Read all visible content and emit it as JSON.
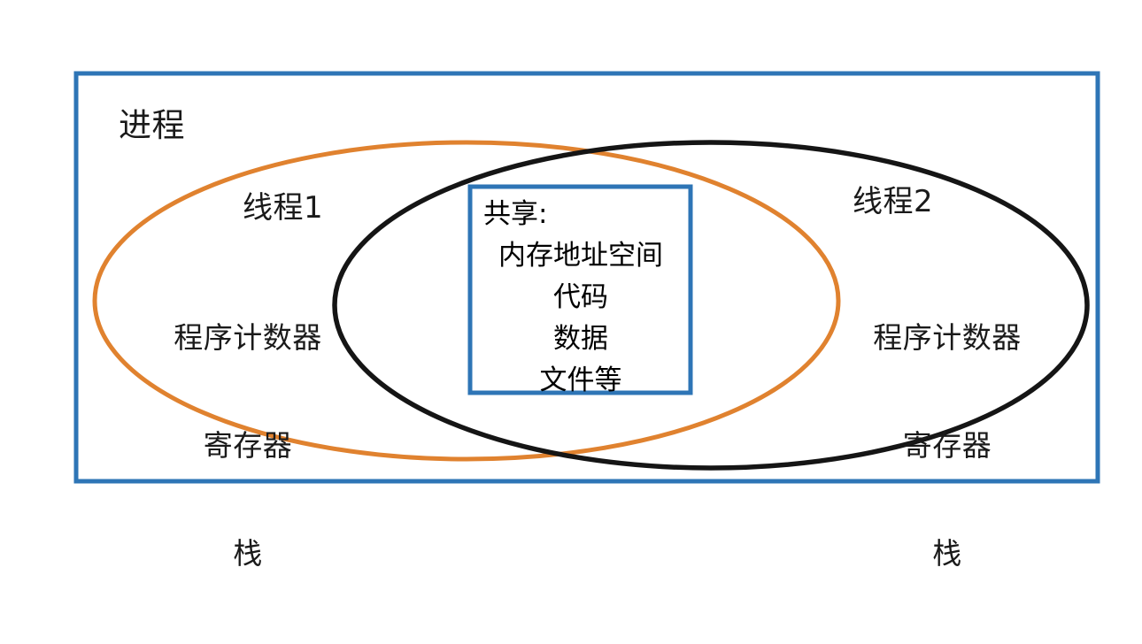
{
  "diagram": {
    "title_label": "进程",
    "outer_box": {
      "label": "进程",
      "border_color": "#2E75B6"
    },
    "thread_left": {
      "title": "线程1",
      "ellipse_color": "#E0822F",
      "attributes": [
        "程序计数器",
        "寄存器",
        "栈"
      ]
    },
    "thread_right": {
      "title": "线程2",
      "ellipse_color": "#151515",
      "attributes": [
        "程序计数器",
        "寄存器",
        "栈"
      ]
    },
    "shared_box": {
      "border_color": "#2E75B6",
      "heading": "共享:",
      "items": [
        "内存地址空间",
        "代码",
        "数据",
        "文件等"
      ]
    }
  }
}
